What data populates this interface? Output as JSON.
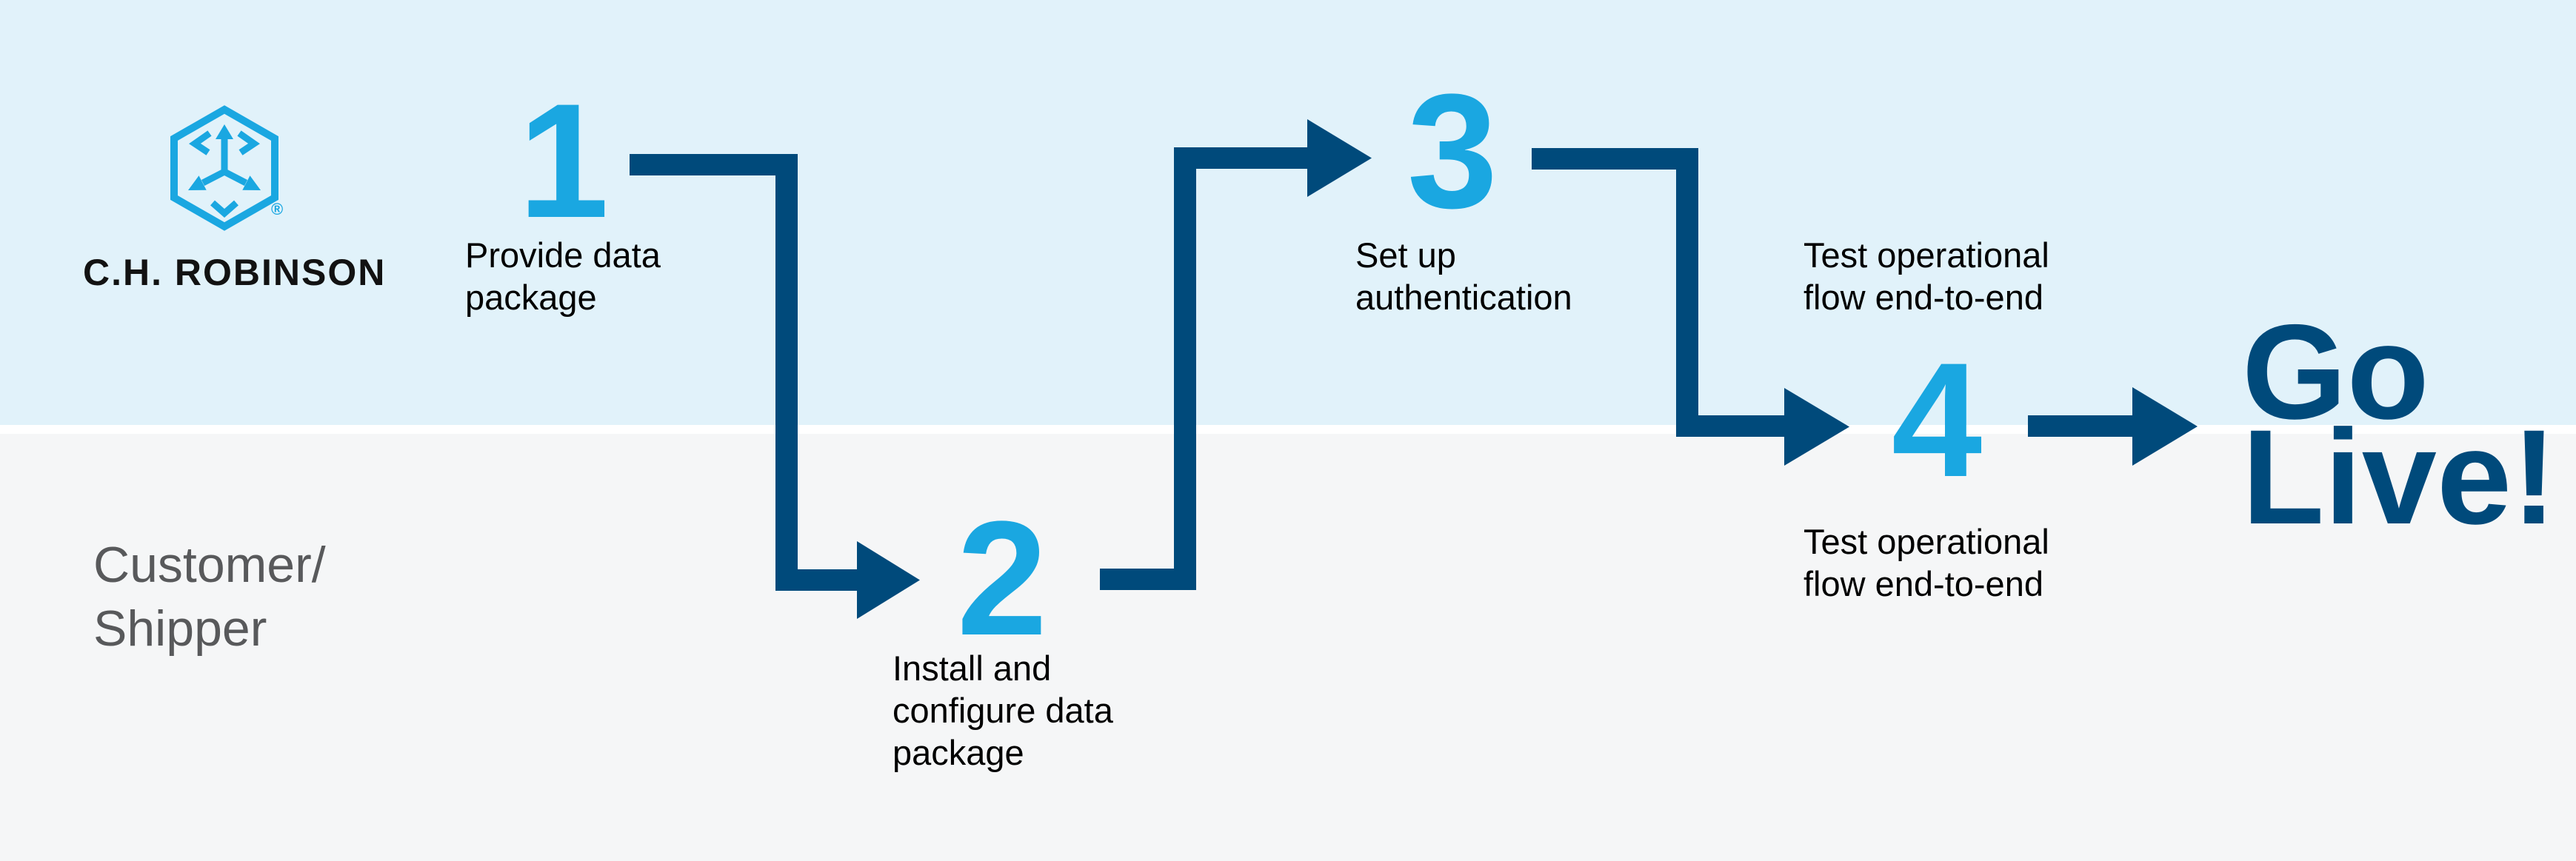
{
  "brand": {
    "wordmark": "C.H. ROBINSON",
    "registered_mark": "®",
    "logo_icon": "hexagon-cube-arrows"
  },
  "lanes": {
    "customer_shipper": {
      "lines": [
        "Customer/",
        "Shipper"
      ]
    }
  },
  "steps": [
    {
      "number": "1",
      "label_lines": [
        "Provide data",
        "package"
      ]
    },
    {
      "number": "2",
      "label_lines": [
        "Install and",
        "configure data",
        "package"
      ]
    },
    {
      "number": "3",
      "label_lines": [
        "Set up",
        "authentication"
      ]
    },
    {
      "number": "4",
      "label_above_lines": [
        "Test operational",
        "flow end-to-end"
      ],
      "label_below_lines": [
        "Test operational",
        "flow end-to-end"
      ]
    }
  ],
  "goal": {
    "lines": [
      "Go",
      "Live!"
    ]
  },
  "colors": {
    "accent_blue": "#1AA7E1",
    "navy": "#004A7B",
    "lane_top_background": "#E1F2FA",
    "lane_bottom_background": "#F5F6F7",
    "separator": "#FFFFFF",
    "label_text": "#000000",
    "customer_label_text": "#58595B"
  }
}
